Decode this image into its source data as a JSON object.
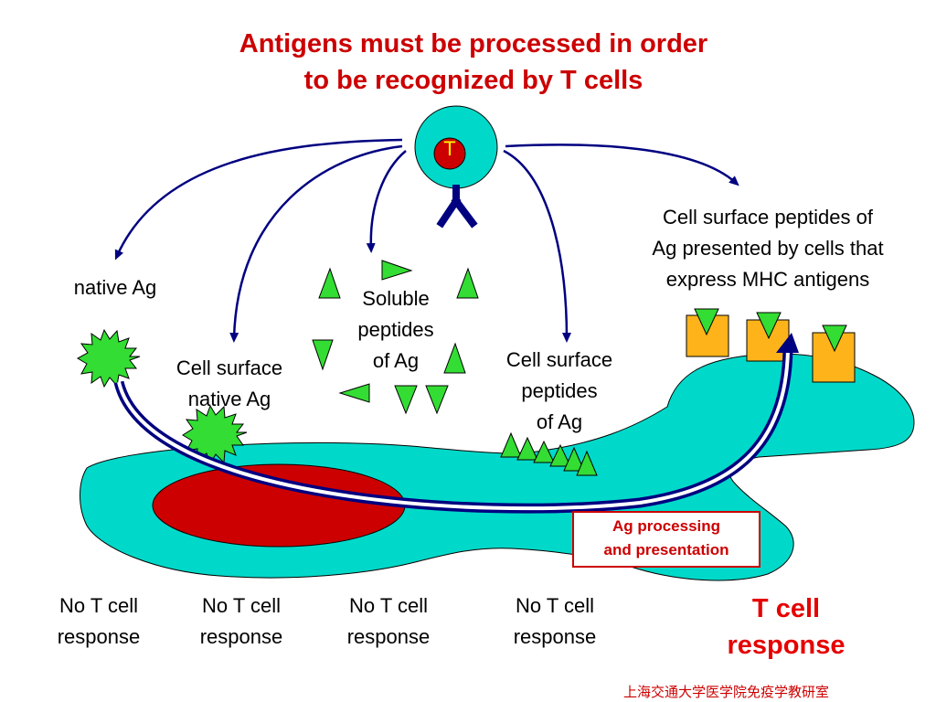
{
  "title": {
    "line1": "Antigens must be processed in order",
    "line2": "to be recognized by T cells"
  },
  "t_cell": {
    "letter": "T"
  },
  "labels": {
    "native_ag": "native Ag",
    "cell_surface_native_ag": [
      "Cell surface",
      "native Ag"
    ],
    "soluble_peptides": [
      "Soluble",
      "peptides",
      "of Ag"
    ],
    "cell_surface_peptides": [
      "Cell surface",
      "peptides",
      "of Ag"
    ],
    "mhc_presented": [
      "Cell surface peptides of",
      "Ag presented by cells that",
      "express MHC antigens"
    ]
  },
  "processing_box": [
    "Ag processing",
    "and presentation"
  ],
  "responses": [
    {
      "lines": [
        "No T cell",
        "response"
      ]
    },
    {
      "lines": [
        "No T cell",
        "response"
      ]
    },
    {
      "lines": [
        "No T cell",
        "response"
      ]
    },
    {
      "lines": [
        "No T cell",
        "response"
      ]
    }
  ],
  "positive_response": [
    "T cell",
    "response"
  ],
  "footer": "上海交通大学医学院免疫学教研室",
  "colors": {
    "title": "#cc0000",
    "cell_body": "#00d9c9",
    "nucleus": "#cc0000",
    "antigen": "#33dd33",
    "mhc": "#ffb31a",
    "arrow": "#000080"
  }
}
